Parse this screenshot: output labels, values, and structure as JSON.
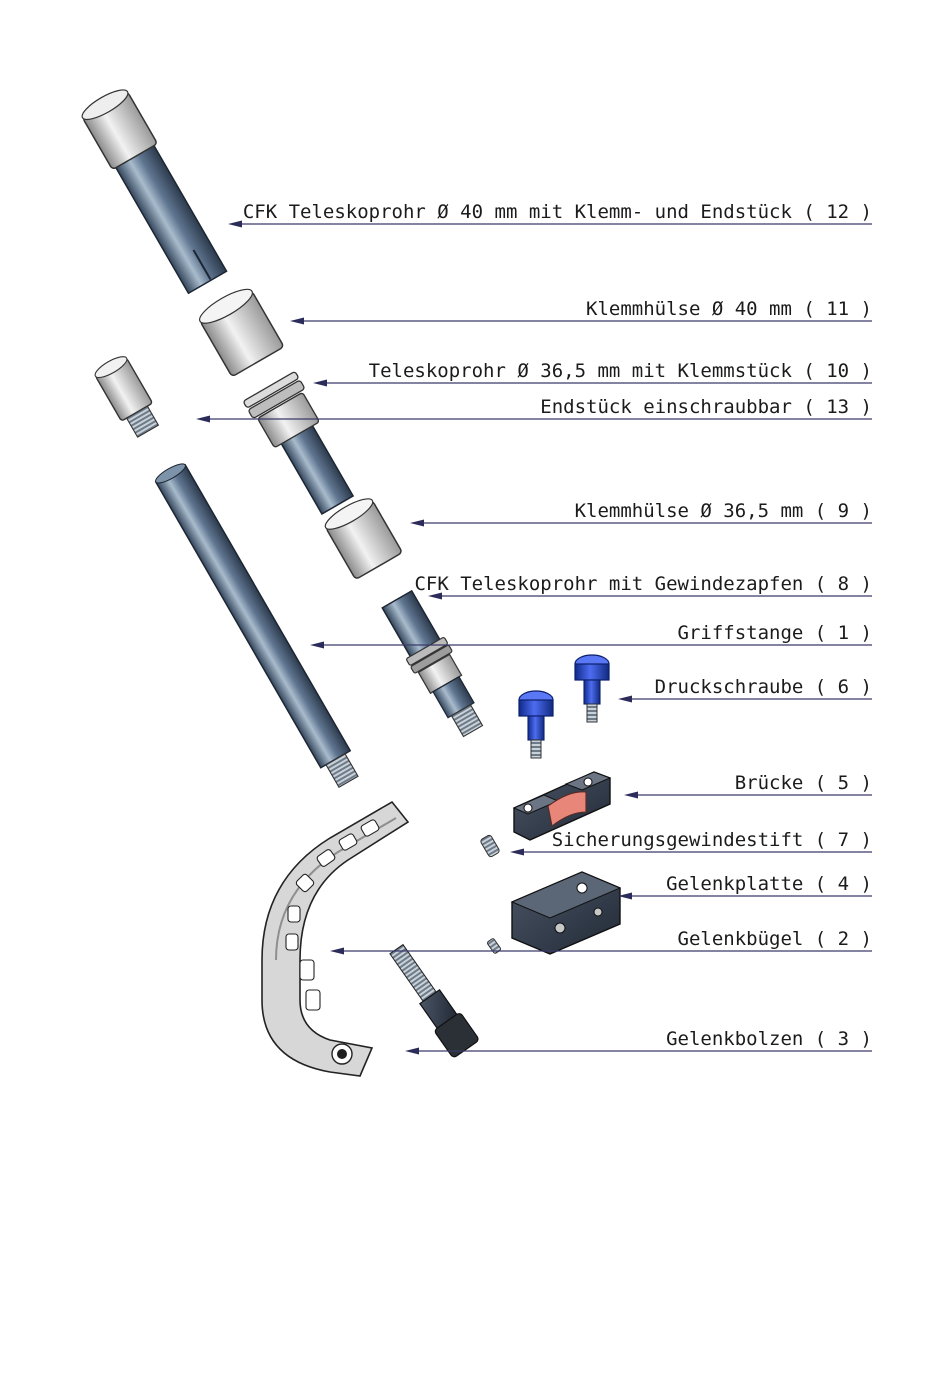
{
  "colors": {
    "tube": "#5f7590",
    "tube_light": "#a9bccd",
    "tube_dark": "#34465c",
    "sleeve": "#d6d6d6",
    "bracket": "#cfcfcf",
    "dark_part": "#2f3745",
    "screw_blue": "#1f3fbf",
    "bridge_pad": "#e8867a",
    "leader_line": "#3a3a6a"
  },
  "parts": [
    {
      "label": "CFK Teleskoprohr Ø 40 mm mit Klemm- und Endstück ( 12 )",
      "icon": "carbon-tube-40"
    },
    {
      "label": "Klemmhülse Ø 40 mm ( 11 )",
      "icon": "clamp-sleeve-40"
    },
    {
      "label": "Teleskoprohr Ø 36,5 mm mit Klemmstück ( 10 )",
      "icon": "telescopic-tube-36"
    },
    {
      "label": "Endstück einschraubbar ( 13 )",
      "icon": "screw-in-end-piece"
    },
    {
      "label": "Klemmhülse Ø 36,5 mm ( 9 )",
      "icon": "clamp-sleeve-36"
    },
    {
      "label": "CFK Teleskoprohr mit Gewindezapfen ( 8 )",
      "icon": "threaded-tube"
    },
    {
      "label": "Griffstange ( 1 )",
      "icon": "handle-bar"
    },
    {
      "label": "Druckschraube ( 6 )",
      "icon": "pressure-screw"
    },
    {
      "label": "Brücke ( 5 )",
      "icon": "bridge"
    },
    {
      "label": "Sicherungsgewindestift ( 7 )",
      "icon": "set-screw"
    },
    {
      "label": "Gelenkplatte ( 4 )",
      "icon": "joint-plate"
    },
    {
      "label": "Gelenkbügel ( 2 )",
      "icon": "joint-bracket"
    },
    {
      "label": "Gelenkbolzen ( 3 )",
      "icon": "joint-bolt"
    }
  ]
}
